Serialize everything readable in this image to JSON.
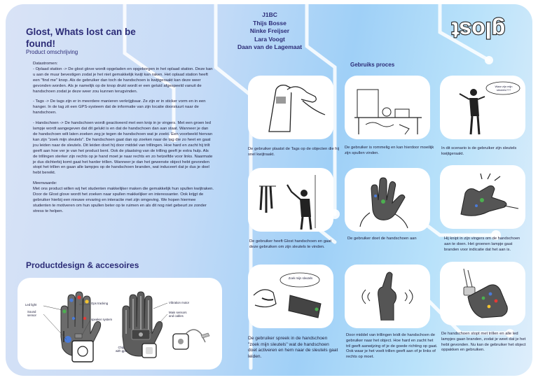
{
  "header": {
    "title": "Glost, Whats lost can be found!",
    "subtitle": "Product omschrijving",
    "team": [
      "J1BC",
      "Thijs Bosse",
      "Ninke Freijser",
      "Lara Voogt",
      "Daan van de Lagemaat"
    ],
    "logo_text": "glost"
  },
  "description": {
    "datastromen_label": "Datastromen:",
    "oplaad": "- Oplaad station -> De glost glove wordt opgeladen en opgeborgen in het oplaad station. Deze kan u aan de muur bevestigen zodat je het niet gemakkelijk kwijt kan raken. Het oplaad station heeft een \"find me\" knop. Als de gebruiker dan toch de handschoen is kwijtgeraakt kan deze weer gevonden worden. Als je namelijk op de knop drukt wordt er een geluid afgespeeld vanuit de handschoen zodat je deze weer zou kunnen terugvinden.",
    "tags": "- Tags -> De tags zijn er in meerdere manieren verkrijgbaar. Ze zijn er in sticker vorm en in een hanger. In de tag zit een GPS-systeem dat de informatie van zijn locatie doorstuurt naar de handschoen.",
    "handschoen": "- Handschoen -> De handschoen wordt geactiveerd met een knip in je vingers. Met een groen led lampje wordt aangegeven dat dit gelukt is en dat de handschoen dan aan staat. Wanneer je dan de handschoen wilt laten zoeken zeg je tegen de handschoen wat je zoekt. Een voorbeeld hiervan kan zijn \"zoek mijn sleutels\". De handschoen gaat dan op zoeken naar de tag die zo heet en gaat jou leiden naar de sleutels. Dit leiden doet hij door middel van trillingen. Hoe hard en zacht hij trilt geeft aan hoe ver je van het product bent. Ook de plaatsing van de trilling geeft je extra hulp. Als de trillingen sterker zijn rechts op je hand moet je naar rechts en zo hetzelfde voor links. Naarmate je dus dichterbij komt gaat het harder trillen. Wanneer je dan het gewenste object hebt gevonden stopt het trillen en gaan alle lampjes op de handschoen branden, wat induceert dat je dus je doel hebt bereikt.",
    "meerwaarde_label": "Meerwaarde:",
    "meerwaarde": "Met ons product willen wij het studenten makkelijker maken die gemakkelijk hun spullen kwijtraken. Door de Glost glove wordt het zoeken naar spullen makkelijker en interessanter. Ook krijgt de gebruiker hierbij een nieuwe ervaring en interactie met zijn omgeving. We hopen hiermee studenten te motiveren om hun spullen beter op te ruimen en als dit nog niet gebeurt ze zonder stress te helpen."
  },
  "productdesign": {
    "heading": "Productdesign & accesoires",
    "labels": {
      "led": "Led light",
      "sound": "Sound\nsensor",
      "gps": "Gps tracking",
      "speaker": "speaker system",
      "vibration": "Vibration motor",
      "sensors": "Main sensors\nand cables",
      "chip": "Chip\nwith gps"
    }
  },
  "usage": {
    "heading": "Gebruiks proces",
    "bubble1": "Waar zijn mijn sleutels???",
    "bubble2": "Zoek mijn sleutels",
    "captions": [
      "De gebruiker plaatst de Tags op de objecten die hij snel kwijtraakt.",
      "De gebruiker is rommelig en kan hierdoor moeilijk zijn spullen vinden.",
      "In dit scenario is de gebruiker zijn sleutels kwijtgeraakt.",
      "De gebruiker heeft Glost handschoen en gaat deze gebruiken om zijn sleutels te vinden.",
      "De gebruiker doet de handschoen aan",
      "Hij knipt in zijn vingers om de handschoen aan te doen. Het groenen lampje gaat branden voor indicatie dat het aan is.",
      "De gebruiker spreek in de handschoen \"zoek mijn sleutels\" wat de handschoen doet activeren en hem naar de sleutels gaat leiden.",
      "Door middel van trillingen leidt de handschoen de gebruiker naar het object. Hoe hard en zacht het tril geeft aanwijzing of je de goede richting op gaat. Ook waar je het voelt trillen geeft aan of je links of rechts op moet.",
      "De handschoen stopt met trillen en alle led lampjes gaan branden, zodat je weet dat je het hebt gevonden. Nu kan de gebruiker het object oppakken en gebruiken."
    ]
  },
  "colors": {
    "title": "#2c2c77",
    "glove": "#555555",
    "led_green": "#4caf50",
    "led_blue": "#4a7bd8",
    "led_red": "#e53935",
    "led_yellow": "#f4c430"
  }
}
